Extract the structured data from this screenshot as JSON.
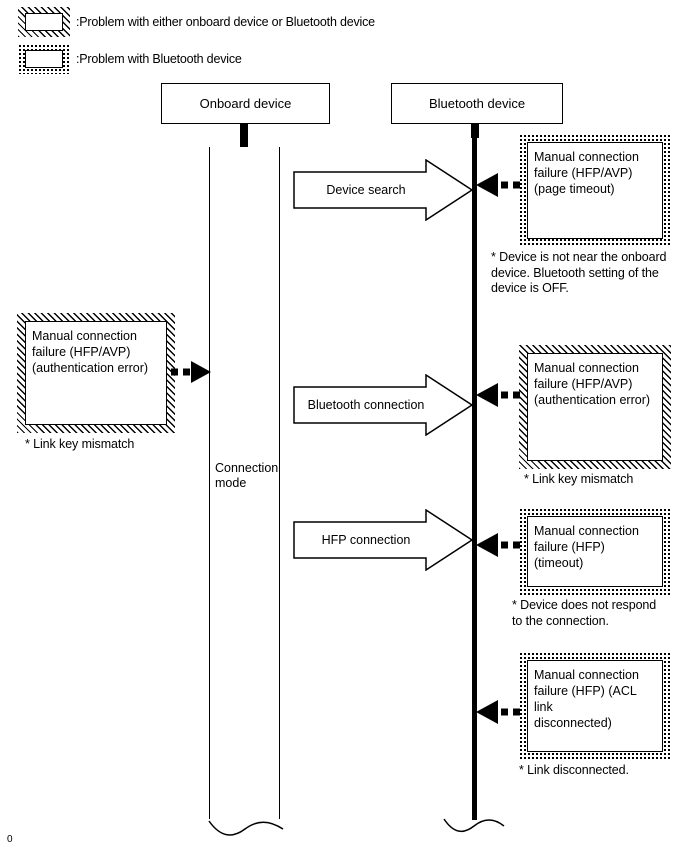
{
  "legend": [
    {
      "id": "either-device",
      "pattern": "hatch",
      "text": ":Problem with either onboard device or Bluetooth device"
    },
    {
      "id": "bluetooth-device",
      "pattern": "dot",
      "text": ":Problem with Bluetooth device"
    }
  ],
  "headers": {
    "onboard": "Onboard device",
    "bluetooth": "Bluetooth device"
  },
  "lifelines": {
    "connection_mode_label_line1": "Connection",
    "connection_mode_label_line2": "mode"
  },
  "messages": [
    {
      "id": "device-search",
      "label": "Device search"
    },
    {
      "id": "bluetooth-connection",
      "label": "Bluetooth connection"
    },
    {
      "id": "hfp-connection",
      "label": "HFP connection"
    }
  ],
  "problems": {
    "left": {
      "id": "auth-error-onboard",
      "pattern": "hatch",
      "line1": "Manual connection",
      "line2": "failure (HFP/AVP)",
      "line3": "(authentication error)",
      "note": "* Link key mismatch"
    },
    "right": [
      {
        "id": "page-timeout",
        "pattern": "dot",
        "line1": "Manual connection",
        "line2": "failure (HFP/AVP)",
        "line3": "(page timeout)",
        "note_line1": "* Device is not near the onboard",
        "note_line2": "device. Bluetooth setting of the",
        "note_line3": "device is OFF."
      },
      {
        "id": "auth-error-bt",
        "pattern": "hatch",
        "line1": "Manual connection",
        "line2": "failure (HFP/AVP)",
        "line3": "(authentication error)",
        "note_line1": "* Link key mismatch",
        "note_line2": "",
        "note_line3": ""
      },
      {
        "id": "hfp-timeout",
        "pattern": "dot",
        "line1": "Manual connection",
        "line2": "failure (HFP) (timeout)",
        "line3": "",
        "note_line1": "* Device does not respond",
        "note_line2": "to the connection.",
        "note_line3": ""
      },
      {
        "id": "acl-link-disconnected",
        "pattern": "dot",
        "line1": "Manual connection",
        "line2": "failure (HFP) (ACL link",
        "line3": "disconnected)",
        "note_line1": "* Link disconnected.",
        "note_line2": "",
        "note_line3": ""
      }
    ]
  },
  "footer": {
    "page_mark": "0"
  },
  "colors": {
    "ink": "#000000",
    "paper": "#ffffff"
  }
}
